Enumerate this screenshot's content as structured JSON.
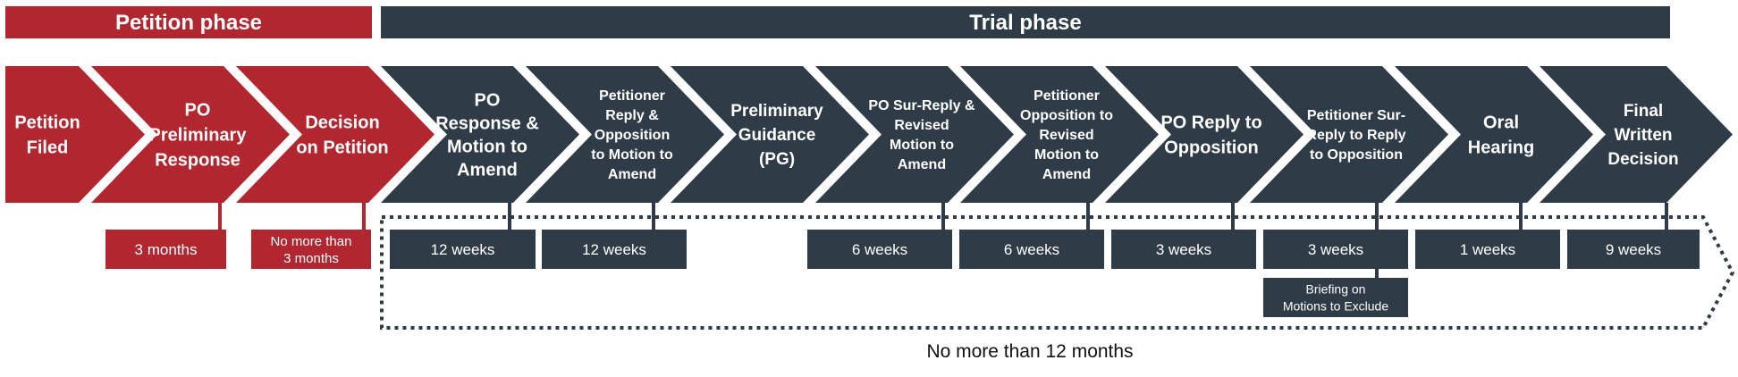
{
  "colors": {
    "petition": "#b22630",
    "trial": "#2f3b46",
    "text": "#ffffff",
    "dotted": "#2f3b46"
  },
  "phases": {
    "petition": {
      "label": "Petition phase"
    },
    "trial": {
      "label": "Trial phase"
    }
  },
  "steps": [
    {
      "key": "petition-filed",
      "phase": "petition",
      "lines": [
        "Petition",
        "Filed"
      ]
    },
    {
      "key": "po-preliminary-response",
      "phase": "petition",
      "lines": [
        "PO",
        "Preliminary",
        "Response"
      ]
    },
    {
      "key": "decision-on-petition",
      "phase": "petition",
      "lines": [
        "Decision",
        "on Petition"
      ]
    },
    {
      "key": "po-response-motion-amend",
      "phase": "trial",
      "lines": [
        "PO",
        "Response &",
        "Motion to",
        "Amend"
      ]
    },
    {
      "key": "petitioner-reply-opposition",
      "phase": "trial",
      "lines": [
        "Petitioner",
        "Reply  &",
        "Opposition",
        "to Motion to",
        "Amend"
      ]
    },
    {
      "key": "preliminary-guidance",
      "phase": "trial",
      "lines": [
        "Preliminary",
        "Guidance",
        "(PG)"
      ]
    },
    {
      "key": "po-sur-reply-revised-motion",
      "phase": "trial",
      "lines": [
        "PO Sur-Reply &",
        "Revised",
        "Motion to",
        "Amend"
      ]
    },
    {
      "key": "petitioner-opposition-revised-motion",
      "phase": "trial",
      "lines": [
        "Petitioner",
        "Opposition to",
        "Revised",
        "Motion to",
        "Amend"
      ]
    },
    {
      "key": "po-reply-to-opposition",
      "phase": "trial",
      "lines": [
        "PO Reply to",
        "Opposition"
      ]
    },
    {
      "key": "petitioner-sur-reply-opposition",
      "phase": "trial",
      "lines": [
        "Petitioner Sur-",
        "Reply to Reply",
        "to Opposition"
      ]
    },
    {
      "key": "oral-hearing",
      "phase": "trial",
      "lines": [
        "Oral",
        "Hearing"
      ]
    },
    {
      "key": "final-written-decision",
      "phase": "trial",
      "lines": [
        "Final",
        "Written",
        "Decision"
      ]
    }
  ],
  "durations": [
    {
      "key": "3-months",
      "phase": "petition",
      "lines": [
        "3 months"
      ]
    },
    {
      "key": "no-more-than-3-months",
      "phase": "petition",
      "lines": [
        "No more than",
        "3 months"
      ]
    },
    {
      "key": "12-weeks-a",
      "phase": "trial",
      "lines": [
        "12 weeks"
      ]
    },
    {
      "key": "12-weeks-b",
      "phase": "trial",
      "lines": [
        "12 weeks"
      ]
    },
    {
      "key": "6-weeks-a",
      "phase": "trial",
      "lines": [
        "6 weeks"
      ]
    },
    {
      "key": "6-weeks-b",
      "phase": "trial",
      "lines": [
        "6 weeks"
      ]
    },
    {
      "key": "3-weeks-a",
      "phase": "trial",
      "lines": [
        "3 weeks"
      ]
    },
    {
      "key": "3-weeks-b",
      "phase": "trial",
      "lines": [
        "3 weeks"
      ]
    },
    {
      "key": "1-weeks",
      "phase": "trial",
      "lines": [
        "1 weeks"
      ]
    },
    {
      "key": "9-weeks",
      "phase": "trial",
      "lines": [
        "9 weeks"
      ]
    }
  ],
  "sub_note": {
    "lines": [
      "Briefing on",
      "Motions to Exclude"
    ]
  },
  "overall_label": "No more than 12 months"
}
